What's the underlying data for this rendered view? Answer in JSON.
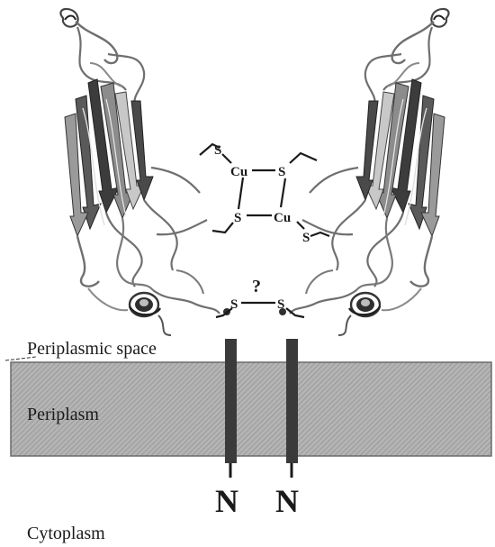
{
  "labels": {
    "periplasmic_space": "Periplasmic space",
    "periplasm": "Periplasm",
    "cytoplasm": "Cytoplasm"
  },
  "termini": {
    "left": "N",
    "right": "N"
  },
  "copper_center": {
    "atoms": {
      "s_top_left": "S",
      "cu_top": "Cu",
      "s_top_right": "S",
      "s_bottom_left": "S",
      "cu_bottom": "Cu",
      "s_bottom_right": "S"
    }
  },
  "disulfide": {
    "question_mark": "?",
    "s_left": "S",
    "s_right": "S"
  },
  "colors": {
    "membrane_fill": "#b4b4b4",
    "membrane_hatch": "#8a8a8a",
    "helix": "#3a3a3a",
    "ribbon_dark": "#3c3c3c",
    "ribbon_mid": "#8c8c8c",
    "ribbon_light": "#c8c8c8",
    "coil": "#6f6f6f"
  },
  "icons": {
    "left_domain": "beta-sandwich-ribbon-icon",
    "right_domain": "beta-sandwich-ribbon-icon"
  }
}
